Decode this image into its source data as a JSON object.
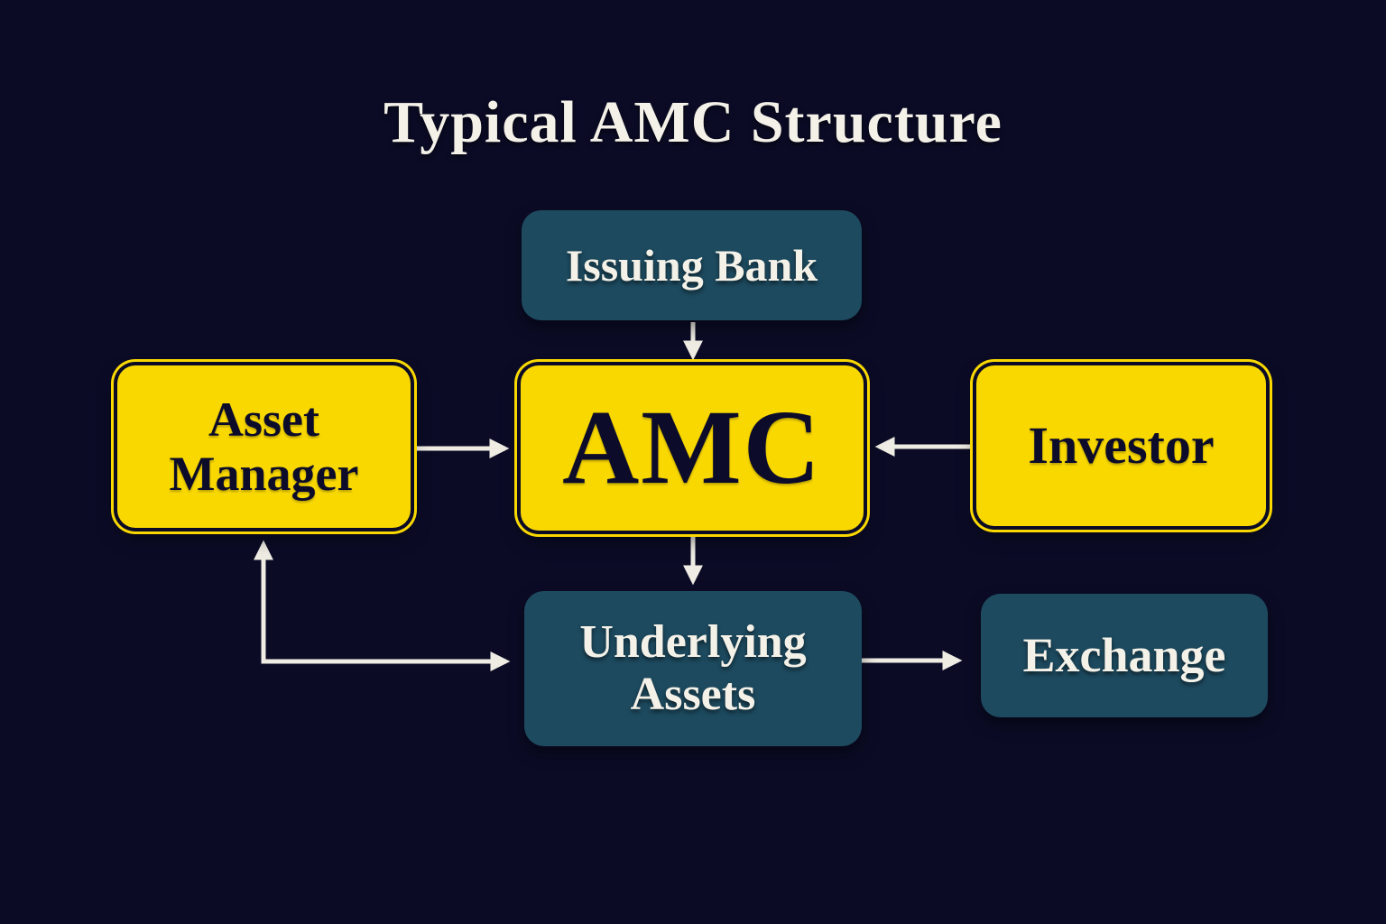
{
  "title": "Typical AMC Structure",
  "colors": {
    "background": "#0b0b26",
    "teal_box": "#1d4a5f",
    "yellow_box": "#f9d800",
    "white_text": "#f4f1e8",
    "dark_text": "#0c0c2a",
    "arrow": "#efece4"
  },
  "nodes": [
    {
      "id": "issuing-bank",
      "label": "Issuing Bank",
      "style": "teal"
    },
    {
      "id": "amc",
      "label": "AMC",
      "style": "yellow"
    },
    {
      "id": "asset-manager",
      "label": "Asset Manager",
      "style": "yellow"
    },
    {
      "id": "investor",
      "label": "Investor",
      "style": "yellow"
    },
    {
      "id": "underlying-assets",
      "label": "Underlying Assets",
      "style": "teal"
    },
    {
      "id": "exchange",
      "label": "Exchange",
      "style": "teal"
    }
  ],
  "edges": [
    {
      "from": "issuing-bank",
      "to": "amc",
      "direction": "down"
    },
    {
      "from": "asset-manager",
      "to": "amc",
      "direction": "right"
    },
    {
      "from": "investor",
      "to": "amc",
      "direction": "left"
    },
    {
      "from": "amc",
      "to": "underlying-assets",
      "direction": "down"
    },
    {
      "from": "underlying-assets",
      "to": "exchange",
      "direction": "right"
    },
    {
      "from": "underlying-assets",
      "to": "asset-manager",
      "direction": "elbow-up-and-right",
      "note": "corner connector with arrowheads at both ends"
    }
  ]
}
